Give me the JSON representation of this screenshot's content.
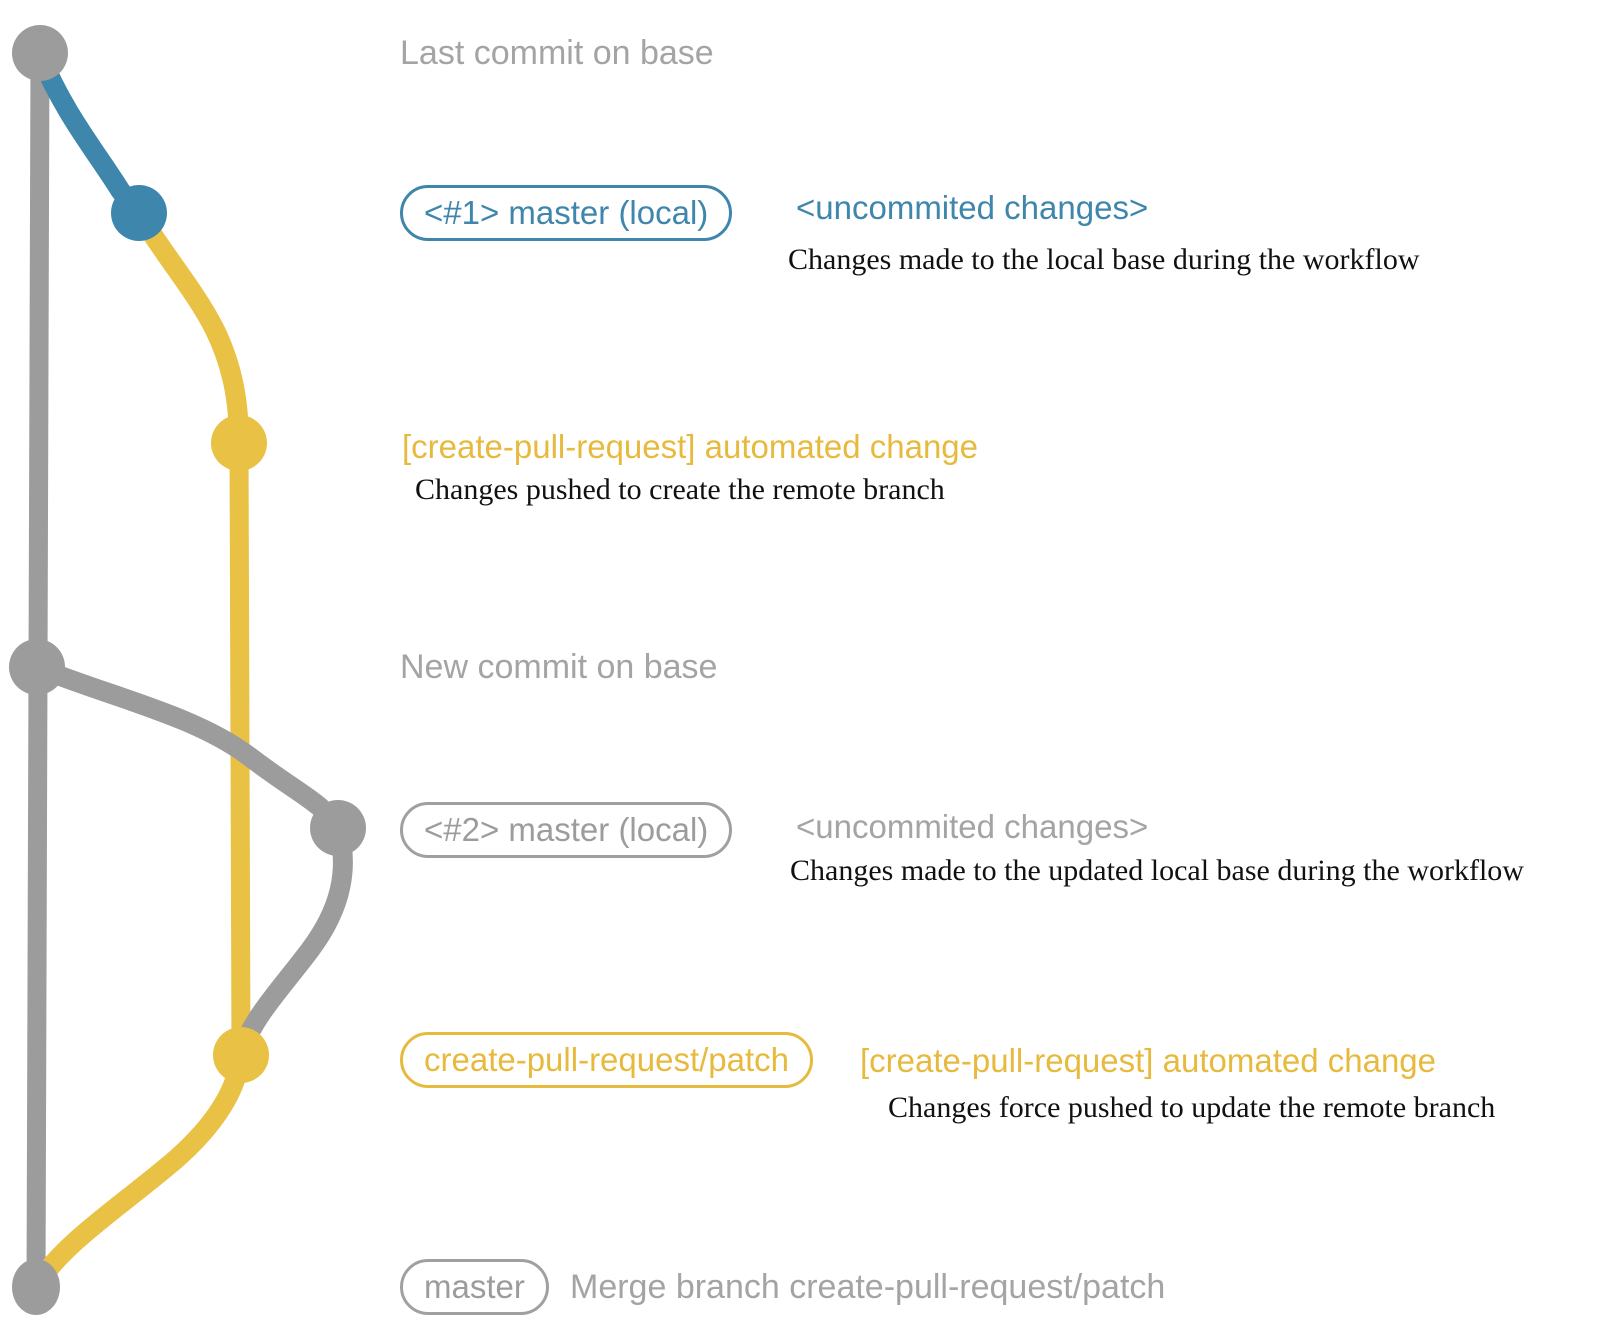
{
  "colors": {
    "blue": "#3e86ab",
    "yellow": "#e9c145",
    "gray": "#9c9c9c",
    "gray_text": "#a4a4a4",
    "black_text": "#111111"
  },
  "annotations": {
    "last_commit": "Last commit on base",
    "new_commit": "New commit on base",
    "row1": {
      "ref_label": "<#1> master (local)",
      "subject": "<uncommited changes>",
      "description": "Changes made to the local base during the workflow"
    },
    "row2": {
      "subject": "[create-pull-request] automated change",
      "description": "Changes pushed to create the remote branch"
    },
    "row4": {
      "ref_label": "<#2> master (local)",
      "subject": "<uncommited changes>",
      "description": "Changes made to the updated local base during the workflow"
    },
    "row5": {
      "ref_label": "create-pull-request/patch",
      "subject": "[create-pull-request] automated change",
      "description": "Changes force pushed to update the remote branch"
    },
    "row6": {
      "ref_label": "master",
      "description": "Merge branch create-pull-request/patch"
    }
  }
}
